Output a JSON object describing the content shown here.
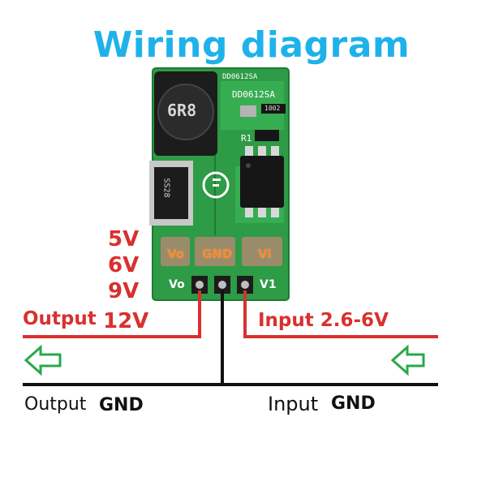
{
  "title": "Wiring diagram",
  "board": {
    "silk_top": "DD0612SA",
    "silk_model": "DD0612SA",
    "inductor_mark": "6R8",
    "diode_mark": "SS28",
    "resistor_mark": "1002",
    "r1_label": "R1",
    "pin_vo": "Vo",
    "pin_gnd": "GND",
    "pin_vi": "Vi",
    "silk_vo": "Vo",
    "silk_vi": "V1"
  },
  "voltages": [
    "5V",
    "6V",
    "9V",
    "12V"
  ],
  "labels": {
    "output": "Output",
    "input": "Input 2.6-6V",
    "output_gnd": "Output",
    "output_gnd_b": "GND",
    "input_gnd": "Input",
    "input_gnd_b": "GND"
  },
  "colors": {
    "title": "#1fb2ea",
    "wire_red": "#d9302e",
    "wire_black": "#111111",
    "arrow": "#2aa84a",
    "pcb": "#2e9b46"
  },
  "icons": [
    "left-arrow-icon",
    "left-arrow-icon"
  ]
}
